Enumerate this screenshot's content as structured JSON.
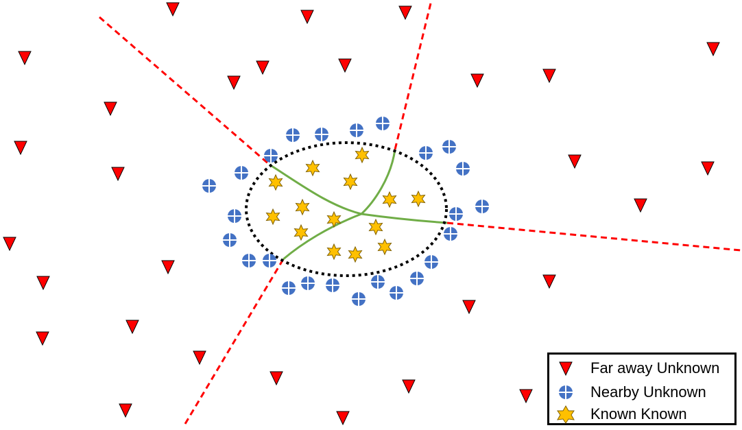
{
  "diagram": {
    "colors": {
      "far_away_unknown": "#ff0000",
      "nearby_unknown": "#4472c4",
      "known_known": "#ffc000",
      "boundary_red": "#ff0000",
      "boundary_green": "#70ad47",
      "known_region": "#000000"
    },
    "legend": {
      "items": [
        {
          "label": "Far away Unknown",
          "icon": "red-triangle-icon"
        },
        {
          "label": "Nearby Unknown",
          "icon": "blue-circle-cross-icon"
        },
        {
          "label": "Known Known",
          "icon": "yellow-star-icon"
        }
      ]
    }
  }
}
